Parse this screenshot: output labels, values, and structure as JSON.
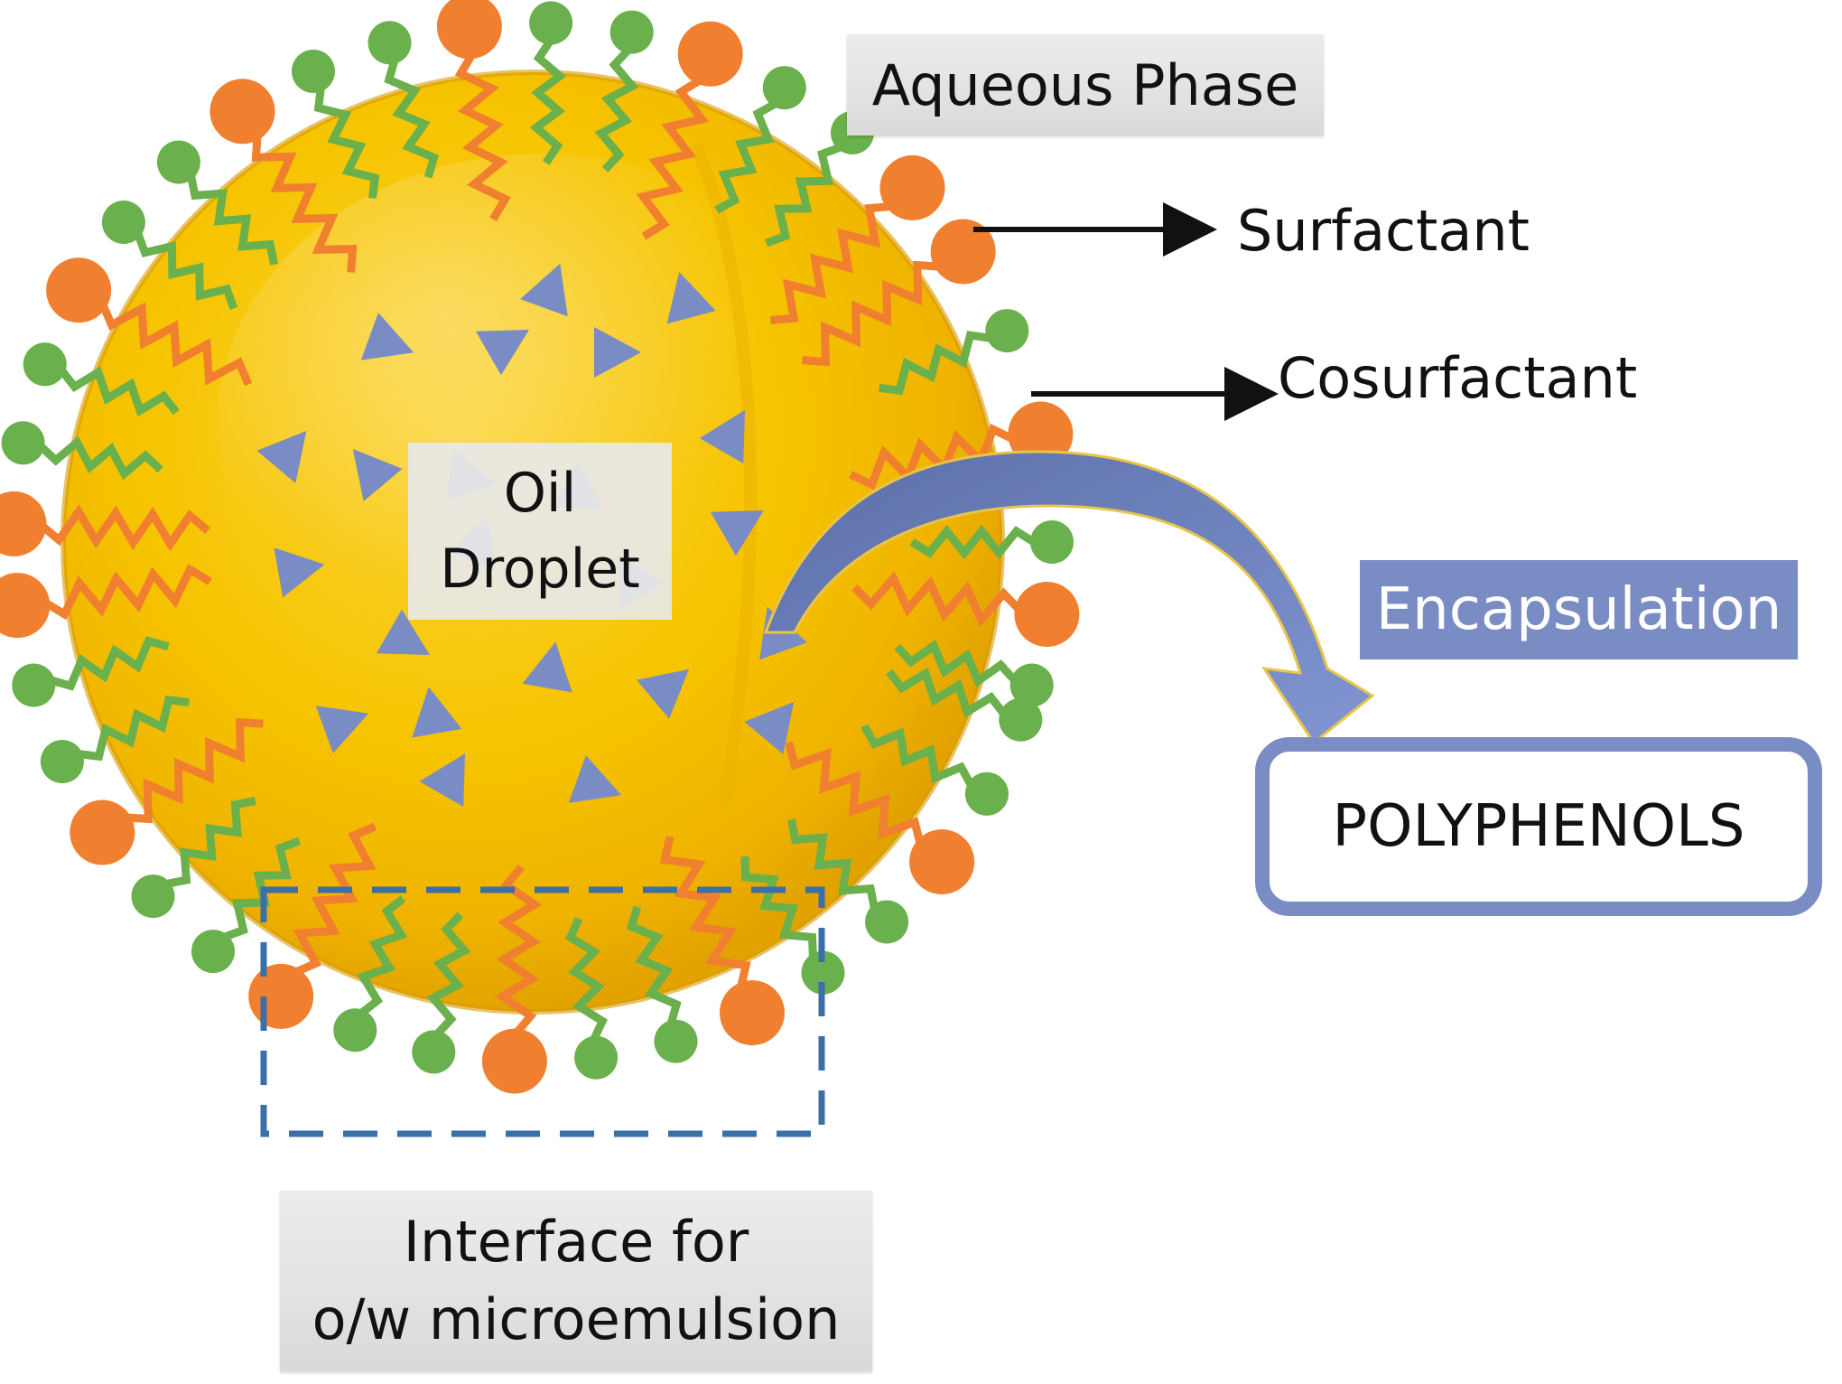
{
  "labels": {
    "aqueous_phase": "Aqueous Phase",
    "surfactant": "Surfactant",
    "cosurfactant": "Cosurfactant",
    "oil_line1": "Oil",
    "oil_line2": "Droplet",
    "encapsulation": "Encapsulation",
    "polyphenols": "POLYPHENOLS",
    "interface_line1": "Interface for",
    "interface_line2": "o/w microemulsion"
  },
  "colors": {
    "droplet_core": "#f6c400",
    "droplet_edge": "#e2a300",
    "surfactant_head": "#f08030",
    "cosurfactant_head": "#6ab04c",
    "triangle": "#7a8cc4",
    "arrow": "#7a8cc4",
    "dash_box": "#3a6fa8",
    "polyphenols_border": "#7a8cc4"
  },
  "icons": {
    "surfactant": "orange-circle-with-zigzag-tail",
    "cosurfactant": "green-circle-with-zigzag-tail",
    "polyphenol": "blue-triangle"
  }
}
